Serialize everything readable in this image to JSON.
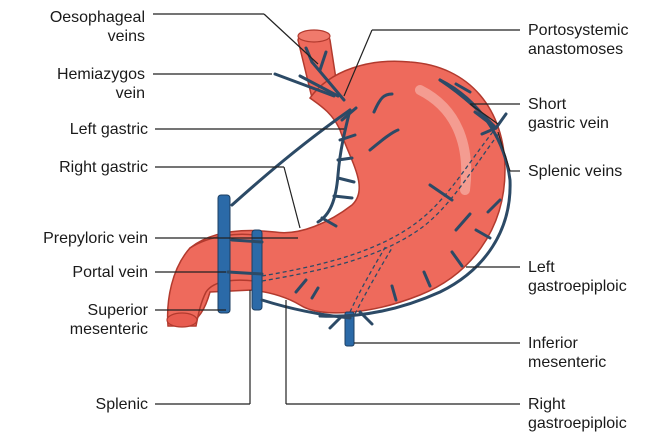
{
  "diagram": {
    "colors": {
      "stomach": "#ee6a5c",
      "stomach_outline": "#b23a2e",
      "vein": "#2c4a66",
      "vein_fill": "#2b6aa8",
      "leader": "#222222"
    },
    "labels_left": {
      "oesophageal_line1": "Oesophageal",
      "oesophageal_line2": "veins",
      "hemiazygos_line1": "Hemiazygos",
      "hemiazygos_line2": "vein",
      "left_gastric": "Left gastric",
      "right_gastric": "Right gastric",
      "prepyloric": "Prepyloric vein",
      "portal": "Portal vein",
      "superior_line1": "Superior",
      "superior_line2": "mesenteric",
      "splenic": "Splenic"
    },
    "labels_right": {
      "portosystemic_line1": "Portosystemic",
      "portosystemic_line2": "anastomoses",
      "short_gastric_line1": "Short",
      "short_gastric_line2": "gastric vein",
      "splenic_veins": "Splenic veins",
      "left_gastroepiploic_line1": "Left",
      "left_gastroepiploic_line2": "gastroepiploic",
      "inferior_line1": "Inferior",
      "inferior_line2": "mesenteric",
      "right_gastroepiploic_line1": "Right",
      "right_gastroepiploic_line2": "gastroepiploic"
    }
  }
}
